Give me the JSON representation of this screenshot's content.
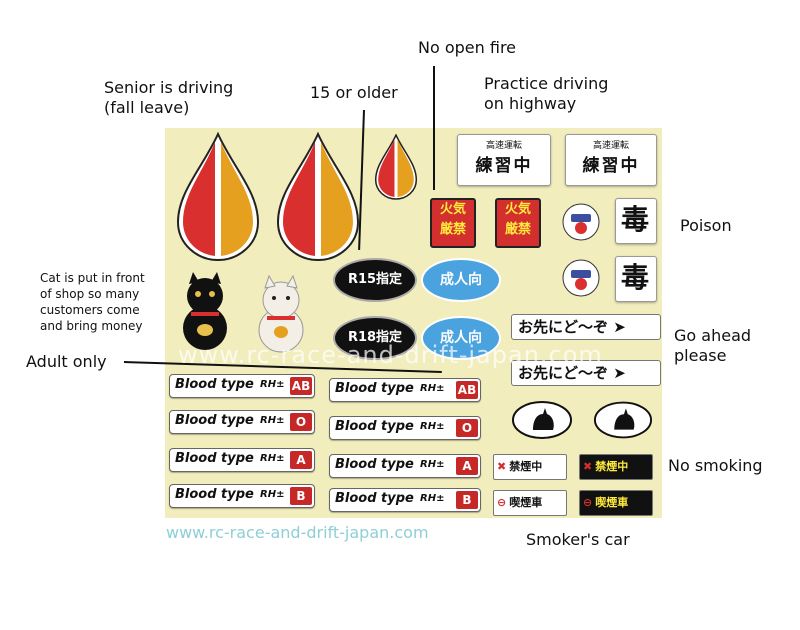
{
  "annotations": {
    "no_open_fire": "No open fire",
    "senior_driving": "Senior is driving\n(fall leave)",
    "fifteen_or_older": "15 or older",
    "practice_highway": "Practice driving\non highway",
    "poison": "Poison",
    "cat_shop": "Cat is put in front\nof shop so many\ncustomers come\nand bring money",
    "go_ahead": "Go ahead\nplease",
    "adult_only": "Adult only",
    "no_smoking": "No smoking",
    "smokers_car": "Smoker's car"
  },
  "watermark": "www.rc-race-and-drift-japan.com",
  "footer_url": "www.rc-race-and-drift-japan.com",
  "stickers": {
    "highway_small": "高速運転",
    "practice_big": "練習中",
    "fire_line1": "火気",
    "fire_line2": "厳禁",
    "poison": "毒",
    "r15": "R15指定",
    "r18": "R18指定",
    "adult": "成人向",
    "go_ahead": "お先にど～ぞ",
    "no_smoking": "禁煙中",
    "smoker": "喫煙車",
    "blood_type_label": "Blood type",
    "rh_label": "RH±",
    "blood_types": [
      "AB",
      "O",
      "A",
      "B"
    ]
  },
  "colors": {
    "sheet": "#f1edbc",
    "sticker_red": "#d32f2f",
    "leaf_orange": "#e6a020",
    "oval_blue": "#4aa3df",
    "oval_black": "#111111"
  }
}
